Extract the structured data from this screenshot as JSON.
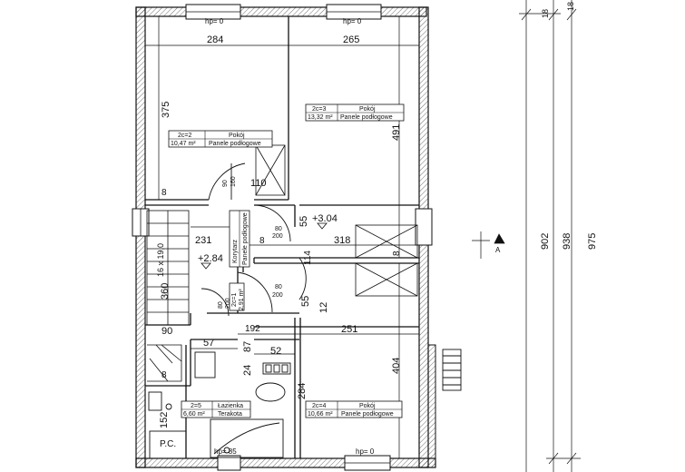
{
  "dims": {
    "top_left": "284",
    "top_right": "265",
    "left_room_h": "375",
    "right_room_h": "491",
    "corr_w": "110",
    "corr_231": "231",
    "corr_318": "318",
    "corr_114": "114",
    "corr_360": "360",
    "corr_90": "90",
    "corr_192": "192",
    "corr_251": "251",
    "bath_57": "57",
    "bath_87": "87",
    "bath_52": "52",
    "bath_24": "24",
    "bath_284": "284",
    "room4_h": "404",
    "small_152": "152",
    "wall_8": "8",
    "dim_55": "55",
    "dim_12": "12",
    "door_80": "80",
    "door_200": "200",
    "door_90": "90",
    "door_160": "160"
  },
  "levels": {
    "upper": "+3.04",
    "lower": "+2.84"
  },
  "stairs_label": "16 x 19,0",
  "hp_labels": {
    "top_left": "hp= 0",
    "top_right": "hp= 0",
    "bottom_mid": "hp= 85",
    "bottom_right": "hp= 0"
  },
  "pc_label": "P.C.",
  "right_dims": {
    "r18a": "18",
    "r18b": "18",
    "d902": "902",
    "d938": "938",
    "d975": "975"
  },
  "section_mark": "A",
  "rooms": [
    {
      "id": "2c=2",
      "name": "Pokój",
      "area": "10,47 m²",
      "finish": "Panele podłogowe"
    },
    {
      "id": "2c=3",
      "name": "Pokój",
      "area": "13,32 m²",
      "finish": "Panele podłogowe"
    },
    {
      "id": "2c=4",
      "name": "Pokój",
      "area": "10,66 m²",
      "finish": "Panele podłogowe"
    },
    {
      "id": "2=5",
      "name": "Łazienka",
      "area": "6,60 m²",
      "finish": "Terakota"
    }
  ],
  "corridor": {
    "name": "Korytarz",
    "finish": "Panele podłogowe",
    "id": "2c=1",
    "area": "2,91 m²"
  }
}
